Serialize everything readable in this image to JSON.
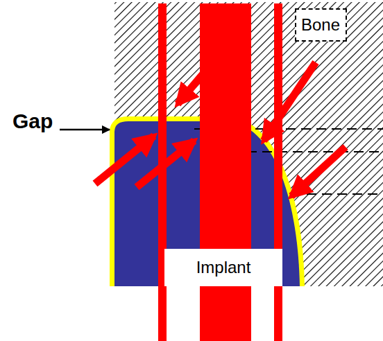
{
  "diagram": {
    "nodes": [
      {
        "text": [
          "Bone"
        ]
      },
      {
        "text": [
          "Implant"
        ]
      }
    ],
    "labels": [
      "Gap"
    ]
  }
}
